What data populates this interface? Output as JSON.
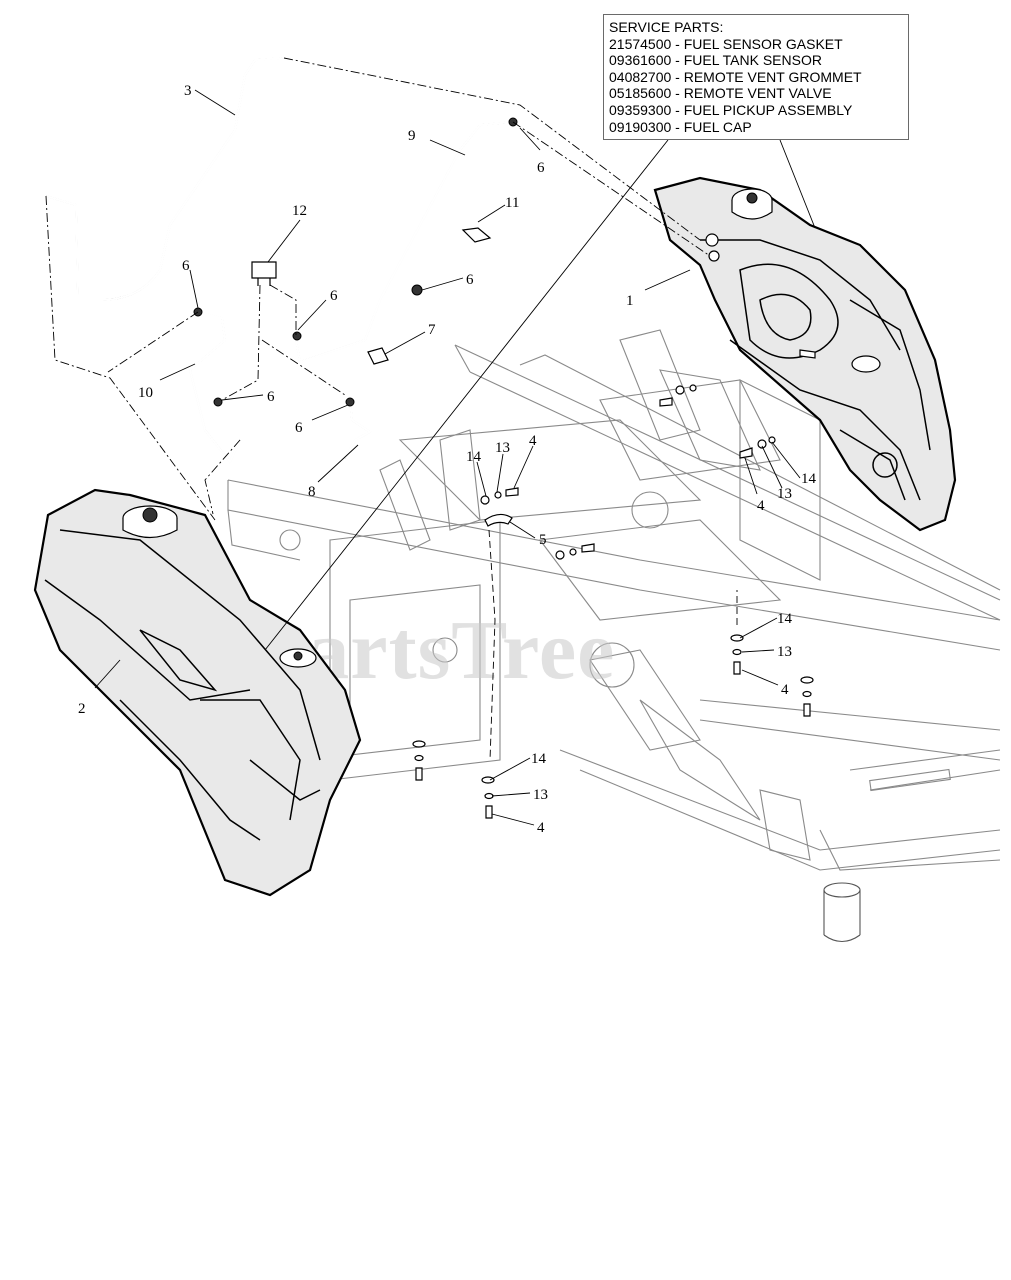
{
  "service_parts": {
    "title": "SERVICE PARTS:",
    "items": [
      "21574500 - FUEL SENSOR GASKET",
      "09361600 - FUEL TANK SENSOR",
      "04082700 - REMOTE VENT GROMMET",
      "05185600 - REMOTE VENT VALVE",
      "09359300 - FUEL PICKUP ASSEMBLY",
      "09190300 - FUEL CAP"
    ]
  },
  "watermark": "PartsTree",
  "callouts": {
    "c1": "1",
    "c2": "2",
    "c3": "3",
    "c4a": "4",
    "c4b": "4",
    "c4c": "4",
    "c4d": "4",
    "c5": "5",
    "c6a": "6",
    "c6b": "6",
    "c6c": "6",
    "c6d": "6",
    "c6e": "6",
    "c6f": "6",
    "c7": "7",
    "c8": "8",
    "c9": "9",
    "c10": "10",
    "c11": "11",
    "c12": "12",
    "c13a": "13",
    "c13b": "13",
    "c13c": "13",
    "c13d": "13",
    "c14a": "14",
    "c14b": "14",
    "c14c": "14",
    "c14d": "14"
  }
}
